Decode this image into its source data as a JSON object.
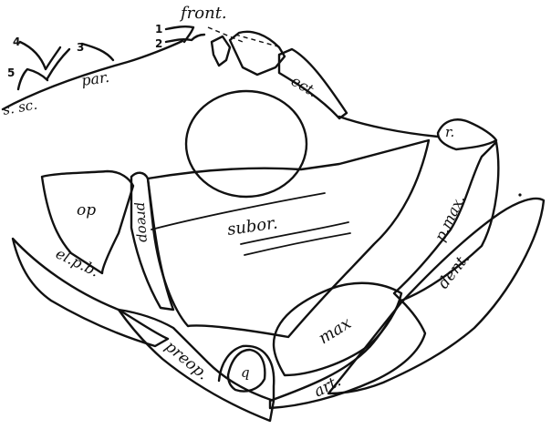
{
  "labels": {
    "front": "front.",
    "par": "par.",
    "ssc": "s. sc.",
    "ect": "ect.",
    "r": "r.",
    "op": "op",
    "preop_inner": "preop",
    "subor": "subor.",
    "elpb": "el.p.b.",
    "pmax": "p.max.",
    "dent": "dent.",
    "max": "max",
    "preop": "preop.",
    "q": "q",
    "art": "art."
  },
  "numbers": {
    "n1": "1",
    "n2": "2",
    "n3": "3",
    "n4": "4",
    "n5": "5"
  },
  "colors": {
    "ink": "#111111",
    "paper": "#ffffff"
  }
}
